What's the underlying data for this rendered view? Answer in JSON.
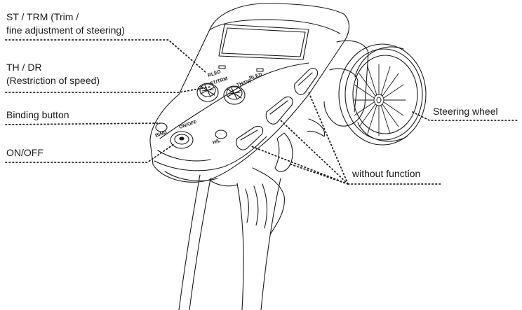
{
  "labels": {
    "st_trm_line1": "ST / TRM (Trim /",
    "st_trm_line2": "fine adjustment of steering)",
    "th_dr_line1": "TH / DR",
    "th_dr_line2": "(Restriction of speed)",
    "binding": "Binding button",
    "on_off": "ON/OFF",
    "steering_wheel": "Steering wheel",
    "without_function": "without function"
  },
  "device_markings": {
    "led_left": "RLED",
    "led_right": "RLED",
    "knob_left": "ST/TRM",
    "knob_right": "TH/DR",
    "bind": "BIND",
    "onoff": "ON/OFF",
    "hl": "H/L"
  },
  "colors": {
    "line": "#1a1a1a",
    "leader": "#222222",
    "background": "#ffffff"
  }
}
